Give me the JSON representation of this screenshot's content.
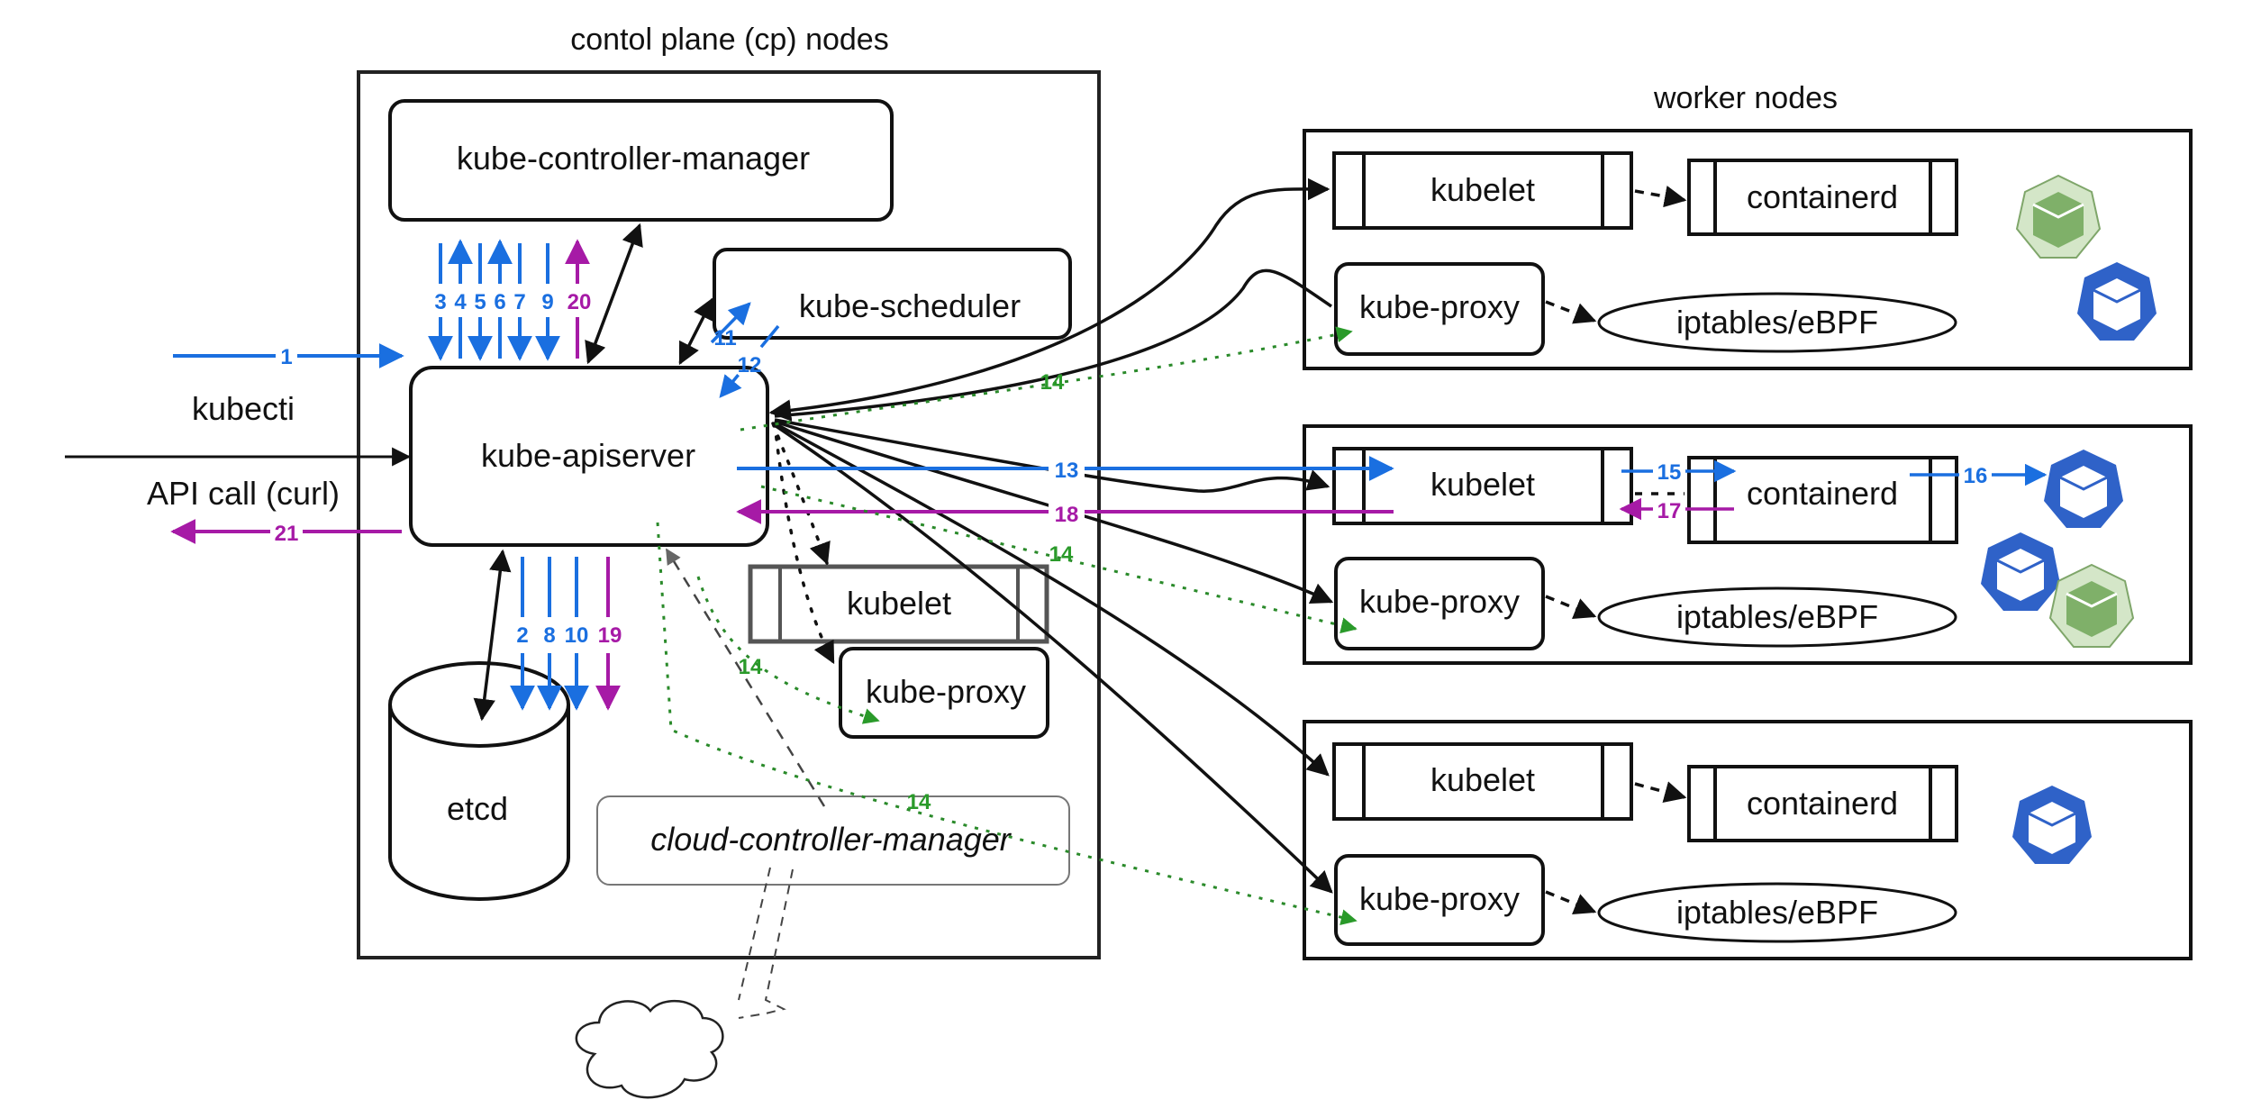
{
  "control_plane": {
    "title": "contol plane (cp) nodes",
    "components": {
      "controller_manager": "kube-controller-manager",
      "scheduler": "kube-scheduler",
      "apiserver": "kube-apiserver",
      "etcd": "etcd",
      "kubelet": "kubelet",
      "kube_proxy": "kube-proxy",
      "cloud_controller_manager": "cloud-controller-manager"
    }
  },
  "clients": {
    "kubectl": "kubecti",
    "api_call": "API call (curl)"
  },
  "workers": {
    "title": "worker nodes",
    "nodes": [
      {
        "kubelet": "kubelet",
        "runtime": "containerd",
        "proxy": "kube-proxy",
        "dataplane": "iptables/eBPF",
        "pods": [
          "pending-pod",
          "running-pod"
        ]
      },
      {
        "kubelet": "kubelet",
        "runtime": "containerd",
        "proxy": "kube-proxy",
        "dataplane": "iptables/eBPF",
        "pods": [
          "running-pod",
          "running-pod",
          "pending-pod"
        ]
      },
      {
        "kubelet": "kubelet",
        "runtime": "containerd",
        "proxy": "kube-proxy",
        "dataplane": "iptables/eBPF",
        "pods": [
          "running-pod"
        ]
      }
    ]
  },
  "steps": {
    "s1": "1",
    "s2": "2",
    "s3": "3",
    "s4": "4",
    "s5": "5",
    "s6": "6",
    "s7": "7",
    "s8": "8",
    "s9": "9",
    "s10": "10",
    "s11": "11",
    "s12": "12",
    "s13": "13",
    "s14": "14",
    "s15": "15",
    "s16": "16",
    "s17": "17",
    "s18": "18",
    "s19": "19",
    "s20": "20",
    "s21": "21"
  },
  "colors": {
    "request": "#1a6fe0",
    "response": "#a61aa6",
    "watch": "#2a9a2a",
    "pod_running": "#2f62c8",
    "pod_pending": "#7fb069"
  }
}
